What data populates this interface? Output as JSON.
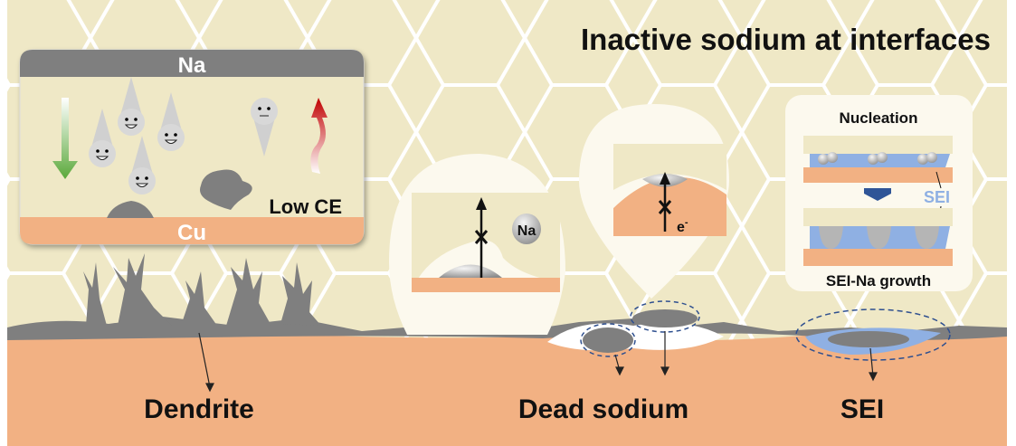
{
  "title": "Inactive sodium at interfaces",
  "left_panel": {
    "top_label": "Na",
    "bottom_label": "Cu",
    "note": "Low CE"
  },
  "bubble_na": {
    "particle_label": "Na"
  },
  "bubble_electron": {
    "electron_label": "e",
    "electron_sup": "-"
  },
  "sei_panel": {
    "top_label": "Nucleation",
    "sei_label": "SEI",
    "bottom_label": "SEI-Na growth"
  },
  "bottom_labels": {
    "dendrite": "Dendrite",
    "dead_sodium": "Dead sodium",
    "sei": "SEI"
  },
  "colors": {
    "background": "#efe8c6",
    "copper": "#f2b183",
    "sodium": "#7f7f7f",
    "sei": "#8fb0e3",
    "arrow_green": "#5aa83a",
    "arrow_red": "#c00000"
  }
}
